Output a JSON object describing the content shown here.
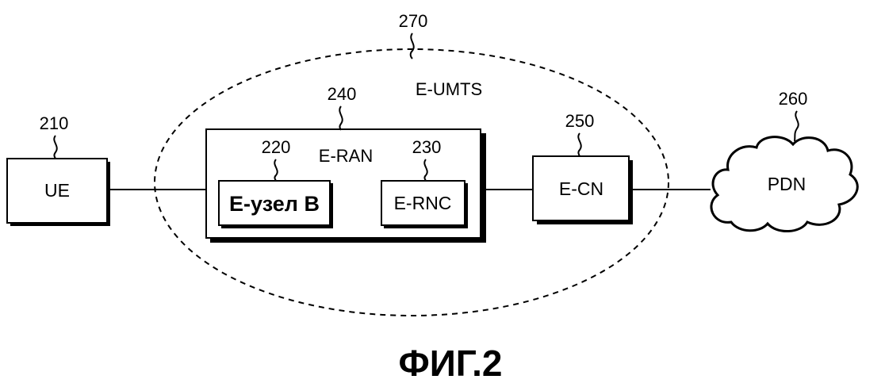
{
  "figure": {
    "caption": "ФИГ.2"
  },
  "nodes": {
    "ue": {
      "label": "UE",
      "ref": "210"
    },
    "e_node_b": {
      "label": "E-узел B",
      "ref": "220"
    },
    "e_rnc": {
      "label": "E-RNC",
      "ref": "230"
    },
    "e_ran": {
      "label": "E-RAN",
      "ref": "240"
    },
    "e_cn": {
      "label": "E-CN",
      "ref": "250"
    },
    "pdn": {
      "label": "PDN",
      "ref": "260"
    },
    "e_umts": {
      "label": "E-UMTS",
      "ref": "270"
    }
  },
  "colors": {
    "ink": "#000000",
    "background": "#ffffff"
  }
}
